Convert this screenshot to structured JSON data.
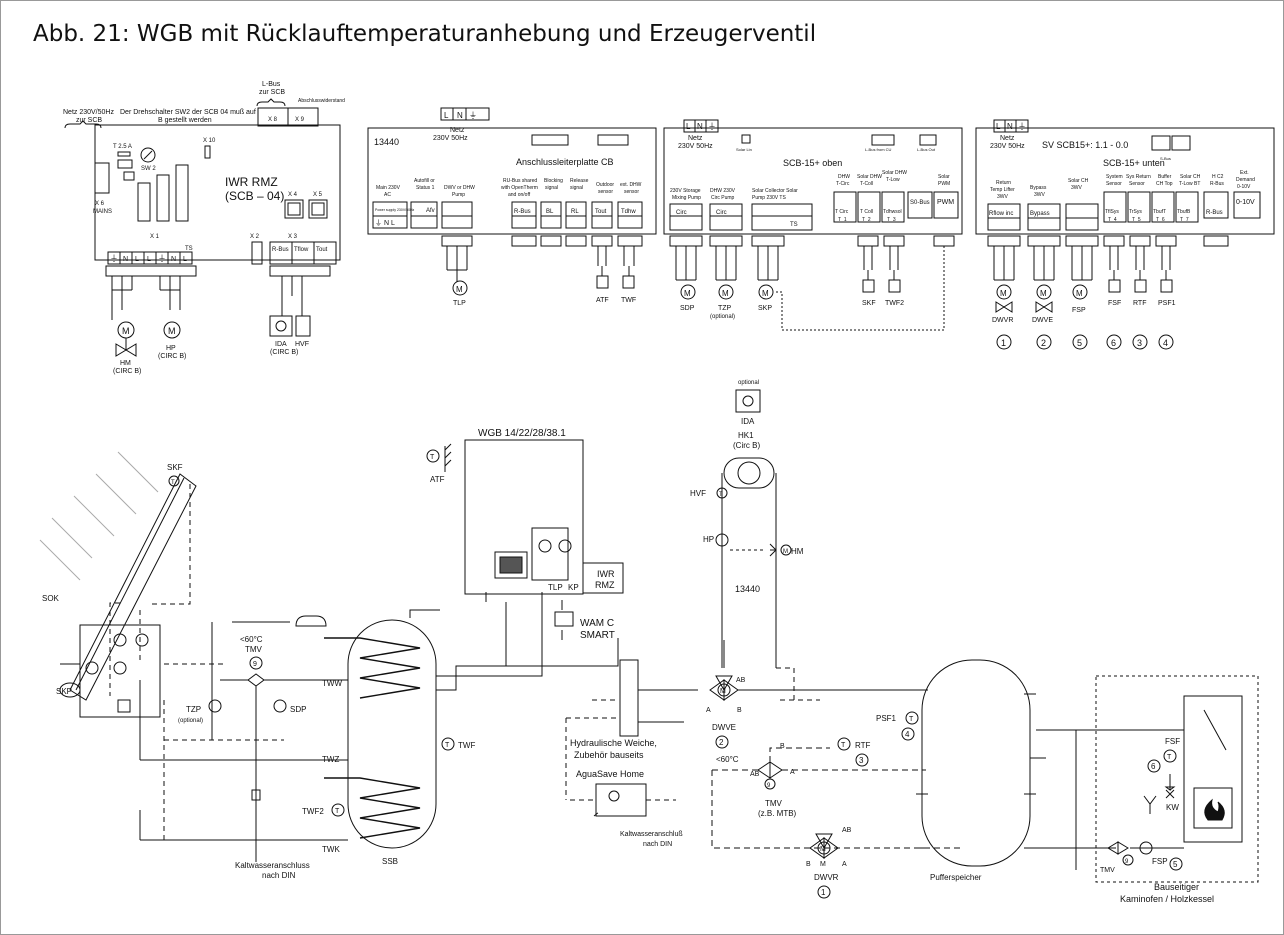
{
  "title": "Abb. 21: WGB mit Rücklauftemperaturanhebung und Erzeugerventil",
  "topLeft": {
    "netz": [
      "Netz 230V/50Hz",
      "zur SCB"
    ],
    "sw2note": [
      "Der Drehschalter SW2 der SCB 04 muß auf",
      "B gestellt werden"
    ],
    "lbus": [
      "L-Bus",
      "zur SCB"
    ],
    "abschluss": "Abschlusswiderstand",
    "fuse": "T 2.5 A",
    "x10": "X 10",
    "sw2": "SW 2",
    "x6": "X 6",
    "mains": "MAINS",
    "board": "IWR RMZ",
    "boardSub": "(SCB – 04)",
    "x8": "X 8",
    "x9": "X 9",
    "x4": "X 4",
    "x5": "X 5",
    "x1": "X 1",
    "x2": "X 2",
    "x3": "X 3",
    "ts": "TS",
    "terminals": [
      "⏚",
      "N",
      "L",
      "L",
      "⏚",
      "N",
      "L"
    ],
    "x3terms": [
      "R-Bus",
      "Tflow",
      "Tout"
    ],
    "hm": [
      "HM",
      "(CIRC B)"
    ],
    "hp": [
      "HP",
      "(CIRC B)"
    ],
    "ida": [
      "IDA",
      "(CIRC B)"
    ],
    "hvf": "HVF"
  },
  "cb": {
    "id": "13440",
    "title": "Anschlussleiterplatte CB",
    "netz": [
      "Netz",
      "230V 50Hz"
    ],
    "groups": [
      {
        "label": [
          "Main 230V",
          "AC"
        ],
        "term": "⏚ N L",
        "sub": "Power supply 230V/50Hz"
      },
      {
        "label": [
          "Autofill or",
          "Status 1"
        ],
        "term": "Afv"
      },
      {
        "label": [
          "DWV or DHW",
          "Pump"
        ],
        "term": ""
      },
      {
        "label": [
          "RU-Bus shared",
          "with OpenTherm",
          "and on/off"
        ],
        "term": "R-Bus"
      },
      {
        "label": [
          "Blocking",
          "signal"
        ],
        "term": "BL"
      },
      {
        "label": [
          "Release",
          "signal"
        ],
        "term": "RL"
      },
      {
        "label": [
          "Outdoor",
          "sensor"
        ],
        "term": "Tout"
      },
      {
        "label": [
          "ext. DHW",
          "sensor"
        ],
        "term": "Tdhw"
      }
    ],
    "devices": [
      "TLP",
      "ATF",
      "TWF"
    ]
  },
  "oben": {
    "title": "SCB-15+ oben",
    "netz": [
      "Netz",
      "230V 50Hz"
    ],
    "lin": "Solar Lin",
    "lbusCU": "L-Bus from CU",
    "lbusOut": "L-Bus Out",
    "groups": [
      {
        "label": [
          "230V Storage",
          "Mixing Pump"
        ],
        "term": "Circ"
      },
      {
        "label": [
          "DHW 230V",
          "Circ Pump"
        ],
        "term": "Circ"
      },
      {
        "label": [
          "Solar Collector Solar",
          "Pump     230V TS"
        ],
        "term": "TS"
      },
      {
        "label": [
          "DHW",
          "T-Circ"
        ],
        "term": "T Circ",
        "num": "T_1"
      },
      {
        "label": [
          "Solar DHW",
          "T-Coll"
        ],
        "term": "T Coll",
        "num": "T_2"
      },
      {
        "label": [
          "Solar DHW",
          "T-Low"
        ],
        "term": "Tdhwsol",
        "num": "T_3"
      },
      {
        "label": [
          "S0-Bus"
        ],
        "term": "S0-Bus"
      },
      {
        "label": [
          "Solar",
          "PWM"
        ],
        "term": "PWM"
      }
    ],
    "devices": [
      "SDP",
      "TZP",
      "(optional)",
      "SKP",
      "SKF",
      "TWF2"
    ]
  },
  "unten": {
    "title": "SCB-15+ unten",
    "version": "SV SCB15+: 1.1 - 0.0",
    "netz": [
      "Netz",
      "230V 50Hz"
    ],
    "sbus": "S-Bus",
    "groups": [
      {
        "label": [
          "Return",
          "Temp Lifter",
          "3WV"
        ],
        "term": "Rflow inc"
      },
      {
        "label": [
          "Bypass",
          "3WV"
        ],
        "term": "Bypass"
      },
      {
        "label": [
          "Solar CH",
          "3WV"
        ],
        "term": ""
      },
      {
        "label": [
          "System",
          "Sensor"
        ],
        "term": "TflSys",
        "num": "T_4"
      },
      {
        "label": [
          "Sys Return",
          "Sensor"
        ],
        "term": "TrSys",
        "num": "T_5"
      },
      {
        "label": [
          "Buffer",
          "CH Top"
        ],
        "term": "TbufT",
        "num": "T_6"
      },
      {
        "label": [
          "Solar CH",
          "T-Low BT"
        ],
        "term": "TbufB",
        "num": "T_7"
      },
      {
        "label": [
          "H C2",
          "R-Bus"
        ],
        "term": "R-Bus"
      },
      {
        "label": [
          "Ext.",
          "Demand",
          "0-10V"
        ],
        "term": "0-10V"
      }
    ],
    "devices": [
      "DWVR",
      "DWVE",
      "FSP",
      "FSF",
      "RTF",
      "PSF1"
    ],
    "circles": [
      "1",
      "2",
      "5",
      "6",
      "3",
      "4"
    ]
  },
  "hydraulic": {
    "wgb": "WGB 14/22/28/38.1",
    "iwr": [
      "IWR",
      "RMZ"
    ],
    "tlp": "TLP",
    "kp": "KP",
    "atf": "ATF",
    "ida": [
      "optional",
      "IDA"
    ],
    "hk1": [
      "HK1",
      "(Circ B)"
    ],
    "hvf": "HVF",
    "hp": "HP",
    "hm": "HM",
    "id13440": "13440",
    "wam": [
      "WAM C",
      "SMART"
    ],
    "skf": "SKF",
    "sok": "SOK",
    "skp": "SKP",
    "tmv": [
      "<60°C",
      "TMV"
    ],
    "tzp": [
      "TZP",
      "(optional)"
    ],
    "sdp": "SDP",
    "tww": "TWW",
    "twz": "TWZ",
    "twk": "TWK",
    "twf": "TWF",
    "twf2": "TWF2",
    "kaltwasser": [
      "Kaltwasseranschluss",
      "nach DIN"
    ],
    "ssb": "SSB",
    "weiche": [
      "Hydraulische Weiche,",
      "Zubehör bauseits"
    ],
    "aguasave": "AguaSave Home",
    "kaltwasser2": [
      "Kaltwasseranschluß",
      "nach DIN"
    ],
    "dwve": "DWVE",
    "dwvr": "DWVR",
    "ab": "AB",
    "a": "A",
    "b": "B",
    "m": "M",
    "lt60": "<60°C",
    "tmv2": [
      "TMV",
      "(z.B. MTB)"
    ],
    "rtf": "RTF",
    "psf1": "PSF1",
    "puffer": "Pufferspeicher",
    "fsf": "FSF",
    "kw": "KW",
    "fsp": "FSP",
    "tmv3": "TMV",
    "kamin": [
      "Bauseitiger",
      "Kaminofen / Holzkessel"
    ],
    "n1": "1",
    "n2": "2",
    "n3": "3",
    "n4": "4",
    "n5": "5",
    "n6": "6",
    "n9": "9"
  }
}
